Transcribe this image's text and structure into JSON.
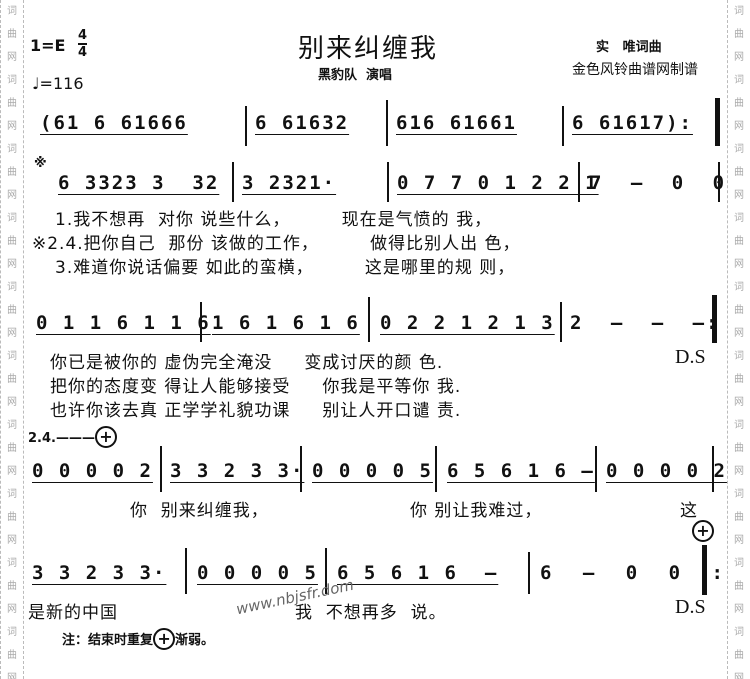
{
  "header": {
    "key": "1=E",
    "time_top": "4",
    "time_bottom": "4",
    "tempo": "♩=116",
    "title": "别来纠缠我",
    "singer": "黑豹队  演唱",
    "credits": "实   唯词曲",
    "maker": "金色风铃曲谱网制谱"
  },
  "watermark": {
    "side_text": "词曲网",
    "url": "www.nbjsfr.dom"
  },
  "rows": [
    {
      "measures": [
        "(61 6 61666",
        "6 61632",
        "616 61661",
        "6 61617):"
      ]
    },
    {
      "mark": "※",
      "measures": [
        "6 3323 3  32",
        "3 2321·",
        "0 7 7 0 1 2 2 1",
        "7 – 0 0"
      ],
      "lyrics": [
        "1.我不想再  对你 说些什么，        现在是气愤的 我，",
        "※2.4.把你自己  那份 该做的工作，        做得比别人出 色，",
        "3.难道你说话偏要 如此的蛮横，        这是哪里的规 则，"
      ]
    },
    {
      "measures": [
        "0 1 1 6 1 1 6",
        "1 6 1 6 1 6",
        "0 2 2 1 2 1 3",
        "2 – – –:"
      ],
      "lyrics": [
        "你已是被你的 虚伪完全淹没     变成讨厌的颜 色.",
        "把你的态度变 得让人能够接受     你我是平等你 我.",
        "也许你该去真 正学学礼貌功课     别让人开口谴 责."
      ],
      "ds": "D.S"
    },
    {
      "ending": "2.4.———",
      "measures": [
        "0 0 0 0 2",
        "3 3 2 3 3·",
        "0 0 0 0 5",
        "6 5 6 1 6 –",
        "0 0 0 0 2"
      ],
      "lyrics": [
        "你  别来纠缠我，",
        "你 别让我难过，",
        "这"
      ]
    },
    {
      "measures": [
        "3 3 2 3 3·",
        "0 0 0 0 5",
        "6 5 6 1 6  –",
        "6 – 0 0 :"
      ],
      "lyrics": [
        "是新的中国",
        "我  不想再多  说。"
      ],
      "ds": "D.S"
    }
  ],
  "note": {
    "before": "注：结束时重复",
    "coda": "+",
    "after": "渐弱。"
  }
}
